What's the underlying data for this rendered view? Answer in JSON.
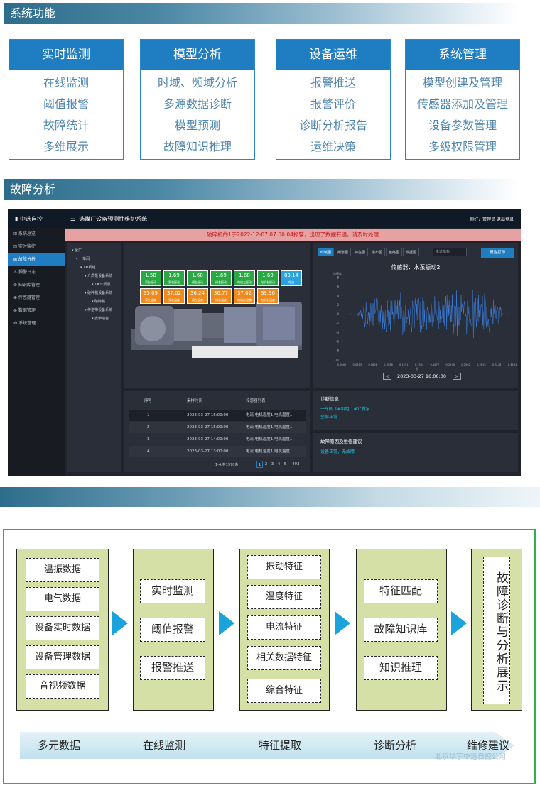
{
  "sections": {
    "functions_title": "系统功能",
    "fault_title": "故障分析",
    "third_title": ""
  },
  "cards": [
    {
      "title": "实时监测",
      "items": [
        "在线监测",
        "阈值报警",
        "故障统计",
        "多维展示"
      ]
    },
    {
      "title": "模型分析",
      "items": [
        "时域、频域分析",
        "多源数据诊断",
        "模型预测",
        "故障知识推理"
      ]
    },
    {
      "title": "设备运维",
      "items": [
        "报警推送",
        "报警评价",
        "诊断分析报告",
        "运维决策"
      ]
    },
    {
      "title": "系统管理",
      "items": [
        "模型创建及管理",
        "传感器添加及管理",
        "设备参数管理",
        "多级权限管理"
      ]
    }
  ],
  "app": {
    "logo": "中选自控",
    "title": "选煤厂设备预测性维护系统",
    "topright": "你好，管理员    退出登录",
    "alert": "破碎机的1于2022-12-07 07:00:04报警，出现了数据有误，请及时处理",
    "nav": [
      "系统总览",
      "实时监控",
      "故障分析",
      "报警日志",
      "知识库管理",
      "传感器管理",
      "数据管理",
      "系统管理"
    ],
    "tree": [
      "全厂",
      "一车间",
      "1#机组",
      "介质泵设备系统",
      "1#介质泵",
      "破碎机设备系统",
      "破碎机",
      "传送带设备系统",
      "皮带设备"
    ],
    "sensors_top": [
      {
        "v": "1.58",
        "l": "泵左振动",
        "c": "green"
      },
      {
        "v": "1.69",
        "l": "泵右振动",
        "c": "green"
      },
      {
        "v": "1.68",
        "l": "阀左振动",
        "c": "green"
      },
      {
        "v": "1.69",
        "l": "阀右振动",
        "c": "green"
      },
      {
        "v": "1.68",
        "l": "电机左振动",
        "c": "green"
      },
      {
        "v": "1.69",
        "l": "电机右振动",
        "c": "green"
      },
      {
        "v": "83.14",
        "l": "电流",
        "c": "blue"
      }
    ],
    "sensors_bottom": [
      {
        "v": "35.09",
        "l": "泵左温度",
        "c": "orange"
      },
      {
        "v": "37.02",
        "l": "泵右温度",
        "c": "orange"
      },
      {
        "v": "36.24",
        "l": "阀左温度",
        "c": "orange"
      },
      {
        "v": "36.77",
        "l": "阀右温度",
        "c": "orange"
      },
      {
        "v": "37.02",
        "l": "电机左温度",
        "c": "orange"
      },
      {
        "v": "39.96",
        "l": "电机右温度",
        "c": "orange"
      }
    ],
    "wave_tabs": [
      "时域图",
      "频谱图",
      "特征图",
      "瀑布图",
      "包络图",
      "数据图"
    ],
    "wave_select": "未选指标",
    "report_btn": "报告打印",
    "wave_title": "传感器：水泵振动2",
    "wave_ylabel": "加速度",
    "wave_xlabel": "秒",
    "wave_yticks": [
      "8",
      "6",
      "4",
      "2",
      "0",
      "-2",
      "-4",
      "-6",
      "-8",
      "-10"
    ],
    "wave_xticks": [
      "0.0000",
      "0.0313",
      "0.0626",
      "0.0938",
      "0.1251",
      "0.1564",
      "0.1877",
      "0.2190",
      "0.2502",
      "0.2815",
      "0.3128",
      "0.3441"
    ],
    "wave_date": "2023-03-27 16:00:00",
    "table_headers": [
      "序号",
      "采样时间",
      "传感器列表"
    ],
    "table_rows": [
      [
        "1",
        "2023-03-27 16:00:00",
        "电流,电机温度1,电机温度..."
      ],
      [
        "2",
        "2023-03-27 15:00:00",
        "电流,电机温度1,电机温度..."
      ],
      [
        "3",
        "2023-03-27 14:00:00",
        "电流,电机温度1,电机温度..."
      ],
      [
        "4",
        "2023-03-27 13:00:00",
        "电流,电机温度1,电机温度..."
      ]
    ],
    "pagination": "1-4,共1970条",
    "pages": [
      "1",
      "2",
      "3",
      "4",
      "5",
      "493"
    ],
    "diag_title": "诊断信息",
    "diag_line1": "一车间 1#机组 1#介质泵",
    "diag_line2": "全部正常",
    "fault_title": "故障原因及维修建议",
    "fault_line": "设备正常，无故障"
  },
  "flow": {
    "col1": [
      "温振数据",
      "电气数据",
      "设备实时数据",
      "设备管理数据",
      "音视频数据"
    ],
    "col2": [
      "实时监测",
      "阈值报警",
      "报警推送"
    ],
    "col3": [
      "振动特征",
      "温度特征",
      "电流特征",
      "相关数据特征",
      "综合特征"
    ],
    "col4": [
      "特征匹配",
      "故障知识库",
      "知识推理"
    ],
    "col5": "故障诊断与分析展示",
    "bar": [
      "多元数据",
      "在线监测",
      "特征提取",
      "诊断分析",
      "维修建议"
    ],
    "watermark": "北京华宇中选自控公司"
  },
  "colors": {
    "accent": "#1f7dc1",
    "flow_green": "#2db34a",
    "col_fill": "#d4e0a6",
    "arrow": "#1ba3db"
  }
}
